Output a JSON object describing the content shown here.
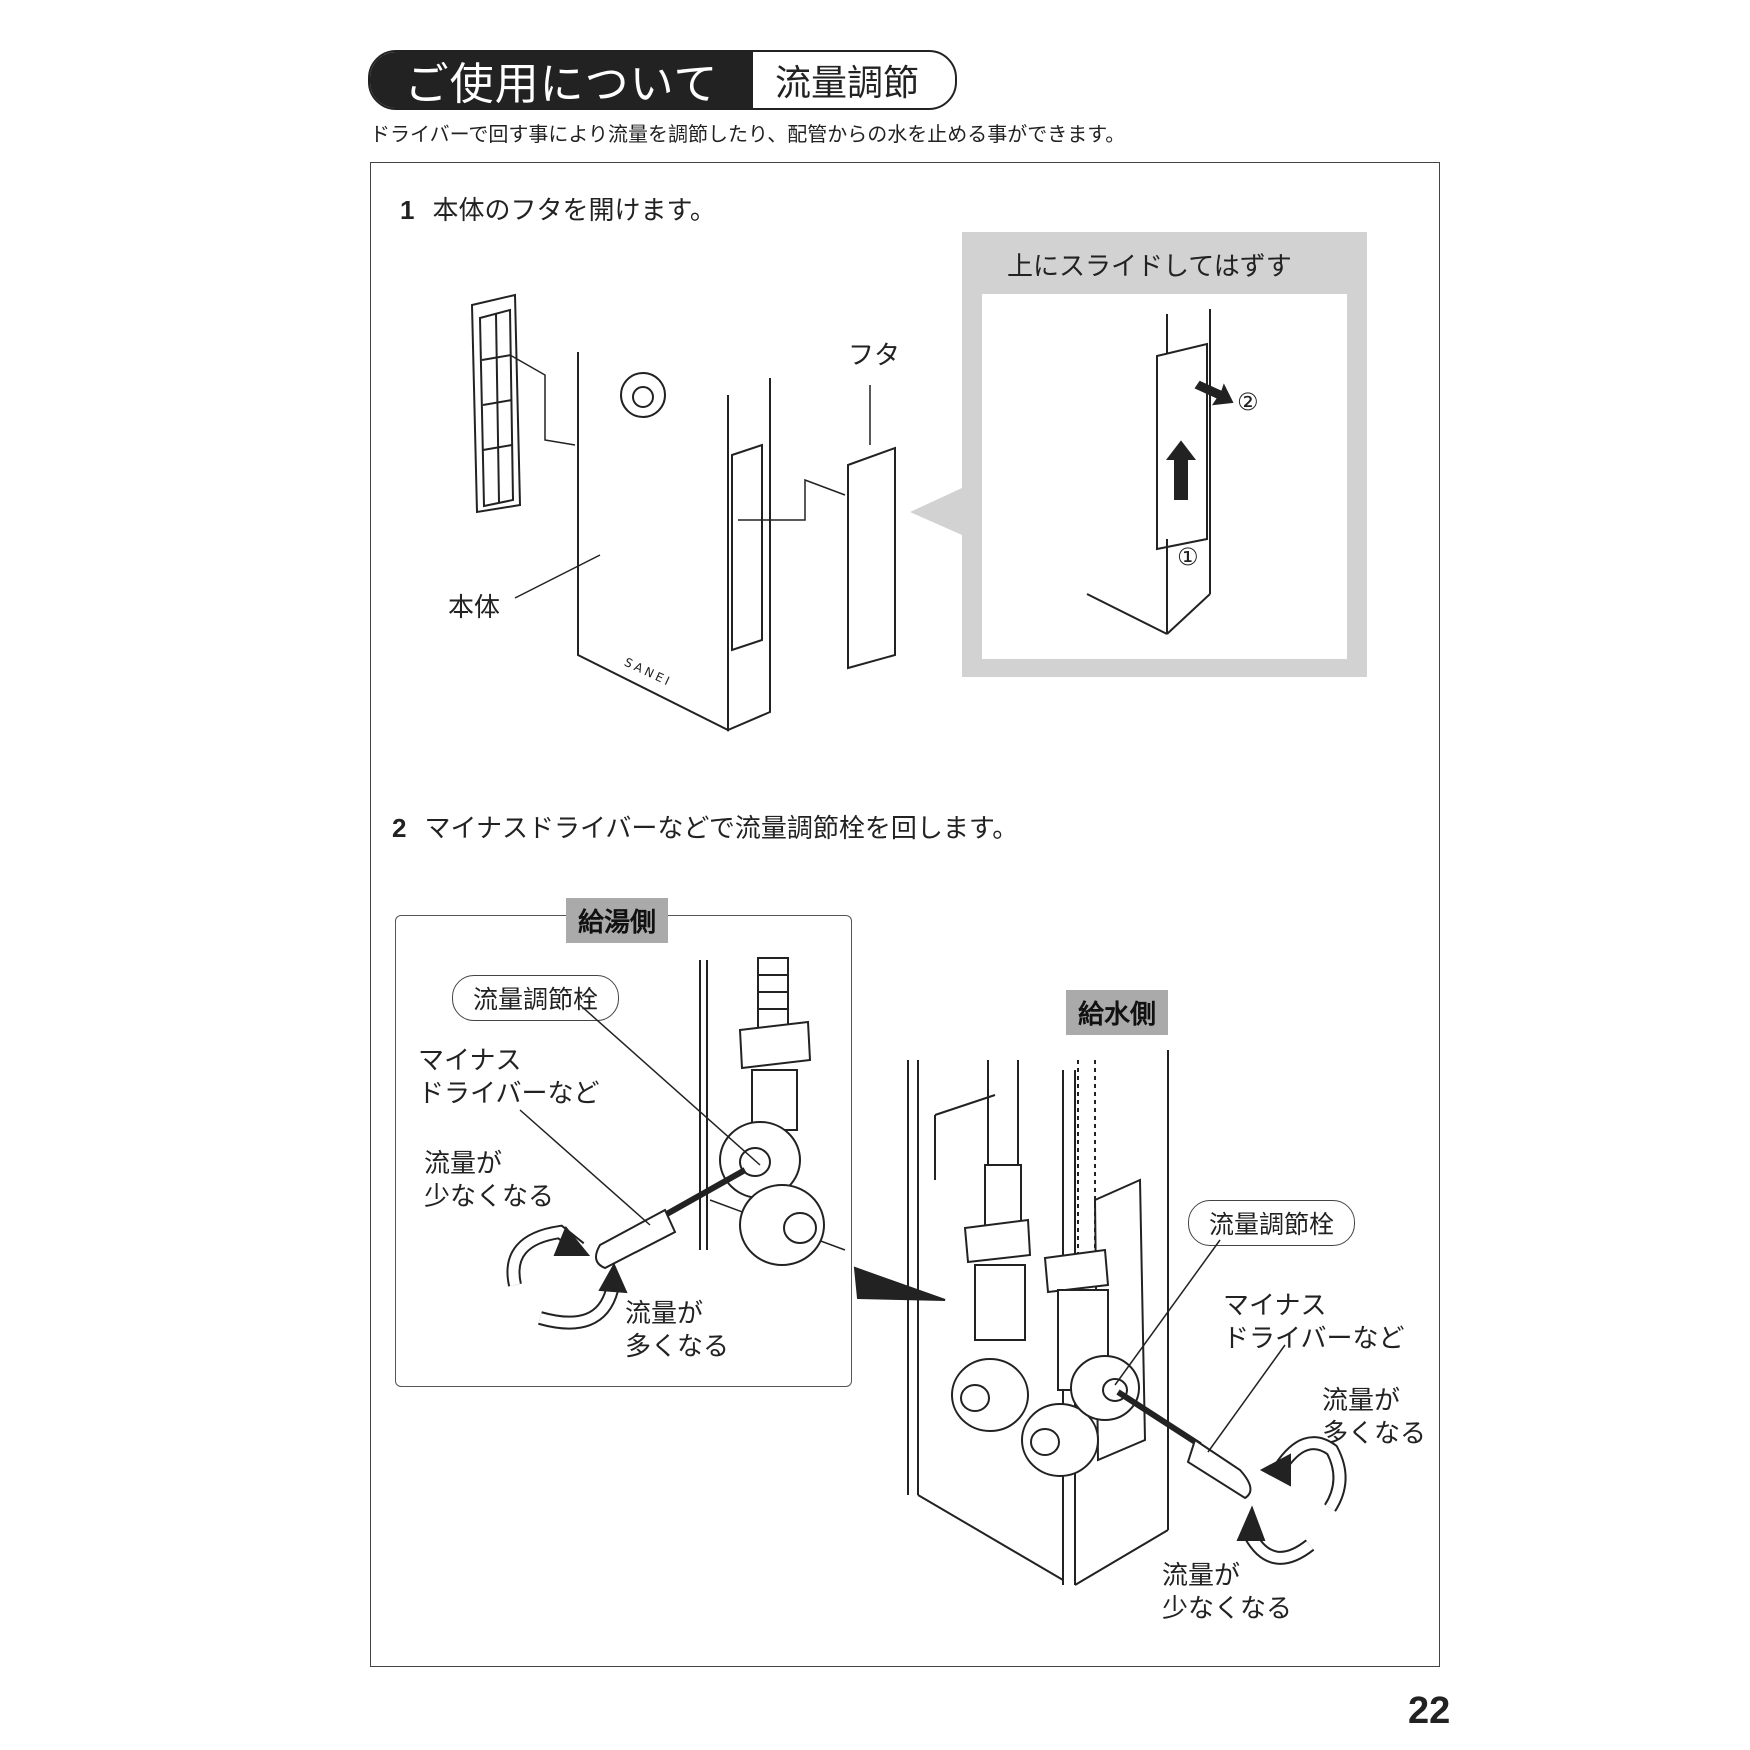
{
  "header": {
    "title": "ご使用について",
    "subtitle": "流量調節",
    "intro": "ドライバーで回す事により流量を調節したり、配管からの水を止める事ができます。"
  },
  "step1": {
    "number": "1",
    "text": "本体のフタを開けます。",
    "label_body": "本体",
    "label_lid": "フタ",
    "brand": "SANEI",
    "slide": {
      "title": "上にスライドしてはずす",
      "step_a": "①",
      "step_b": "②"
    }
  },
  "step2": {
    "number": "2",
    "text": "マイナスドライバーなどで流量調節栓を回します。",
    "hot": {
      "tag": "給湯側",
      "valve_label": "流量調節栓",
      "driver_label_1": "マイナス",
      "driver_label_2": "ドライバーなど",
      "less_1": "流量が",
      "less_2": "少なくなる",
      "more_1": "流量が",
      "more_2": "多くなる"
    },
    "cold": {
      "tag": "給水側",
      "valve_label": "流量調節栓",
      "driver_label_1": "マイナス",
      "driver_label_2": "ドライバーなど",
      "more_1": "流量が",
      "more_2": "多くなる",
      "less_1": "流量が",
      "less_2": "少なくなる"
    }
  },
  "footer": {
    "page_number": "22"
  }
}
